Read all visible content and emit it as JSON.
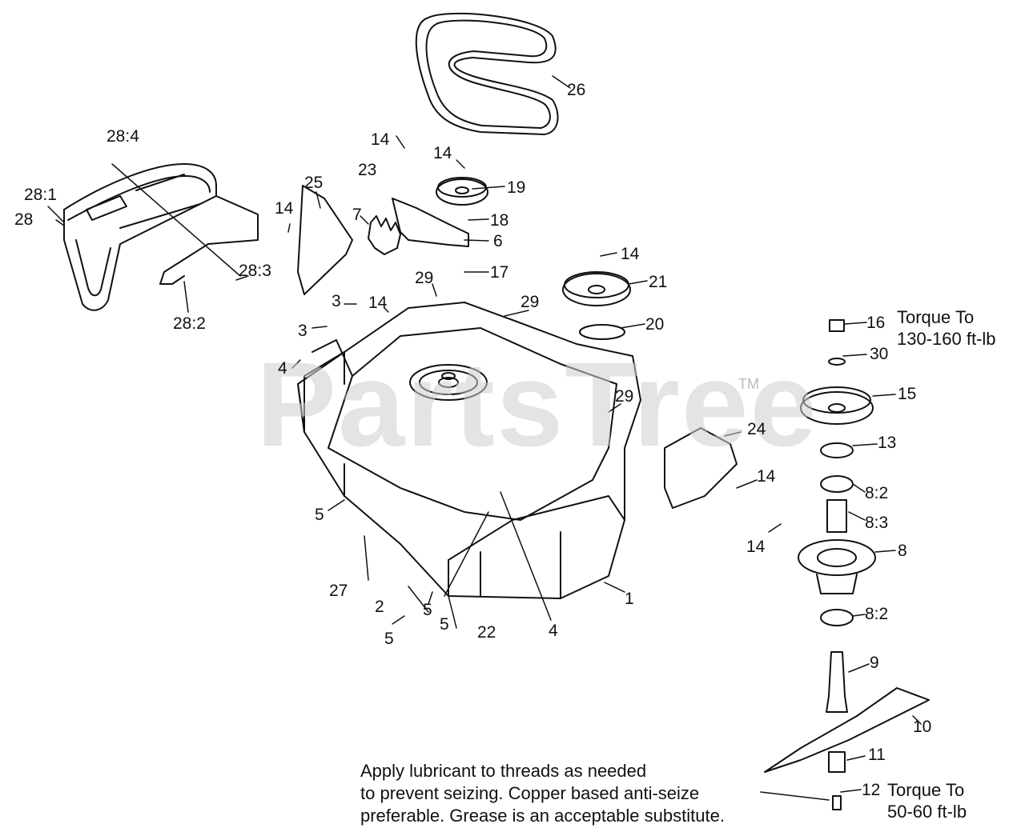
{
  "watermark": {
    "text": "PartsTree",
    "mark": "TM"
  },
  "callouts": {
    "c1": "1",
    "c2": "2",
    "c3a": "3",
    "c3b": "3",
    "c4a": "4",
    "c4b": "4",
    "c5a": "5",
    "c5b": "5",
    "c5c": "5",
    "c5d": "5",
    "c6": "6",
    "c7": "7",
    "c8": "8",
    "c8_2a": "8:2",
    "c8_3": "8:3",
    "c8_2b": "8:2",
    "c9": "9",
    "c10": "10",
    "c11": "11",
    "c12": "12",
    "c13": "13",
    "c14a": "14",
    "c14b": "14",
    "c14c": "14",
    "c14d": "14",
    "c14e": "14",
    "c14f": "14",
    "c14g": "14",
    "c15": "15",
    "c16": "16",
    "c17": "17",
    "c18": "18",
    "c19": "19",
    "c20": "20",
    "c21": "21",
    "c22": "22",
    "c23": "23",
    "c24": "24",
    "c25": "25",
    "c26": "26",
    "c27": "27",
    "c28": "28",
    "c28_1": "28:1",
    "c28_2": "28:2",
    "c28_3": "28:3",
    "c28_4": "28:4",
    "c29a": "29",
    "c29b": "29",
    "c29c": "29",
    "c30": "30"
  },
  "notes": {
    "torque_top_1": "Torque To",
    "torque_top_2": "130-160 ft-lb",
    "torque_bottom_1": "Torque To",
    "torque_bottom_2": "50-60 ft-lb",
    "lube_1": "Apply lubricant to threads as needed",
    "lube_2": "to prevent seizing. Copper based anti-seize",
    "lube_3": "preferable. Grease is an acceptable substitute."
  }
}
